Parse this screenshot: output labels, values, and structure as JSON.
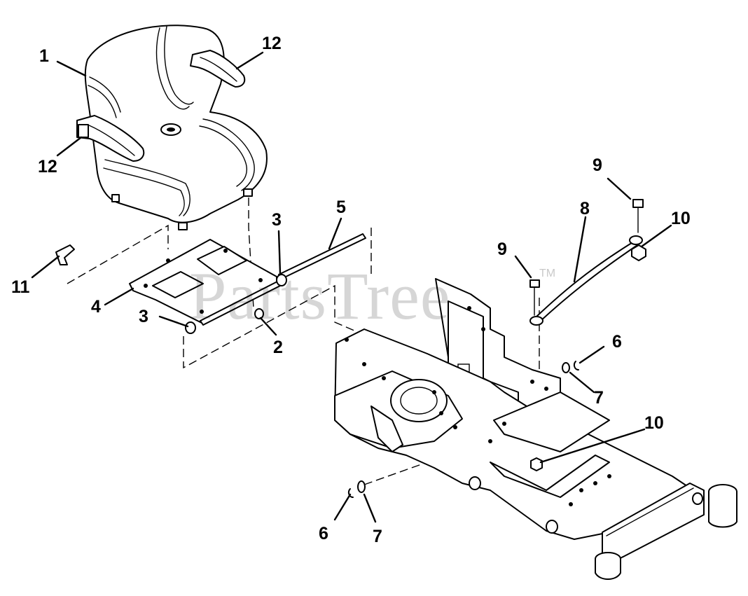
{
  "watermark": {
    "text": "PartsTree",
    "trademark": "TM"
  },
  "callouts": [
    {
      "id": "c1",
      "label": "1"
    },
    {
      "id": "c12a",
      "label": "12"
    },
    {
      "id": "c12b",
      "label": "12"
    },
    {
      "id": "c11",
      "label": "11"
    },
    {
      "id": "c4",
      "label": "4"
    },
    {
      "id": "c3a",
      "label": "3"
    },
    {
      "id": "c3b",
      "label": "3"
    },
    {
      "id": "c2",
      "label": "2"
    },
    {
      "id": "c5",
      "label": "5"
    },
    {
      "id": "c9a",
      "label": "9"
    },
    {
      "id": "c9b",
      "label": "9"
    },
    {
      "id": "c8",
      "label": "8"
    },
    {
      "id": "c10a",
      "label": "10"
    },
    {
      "id": "c10b",
      "label": "10"
    },
    {
      "id": "c6a",
      "label": "6"
    },
    {
      "id": "c6b",
      "label": "6"
    },
    {
      "id": "c7a",
      "label": "7"
    },
    {
      "id": "c7b",
      "label": "7"
    }
  ]
}
